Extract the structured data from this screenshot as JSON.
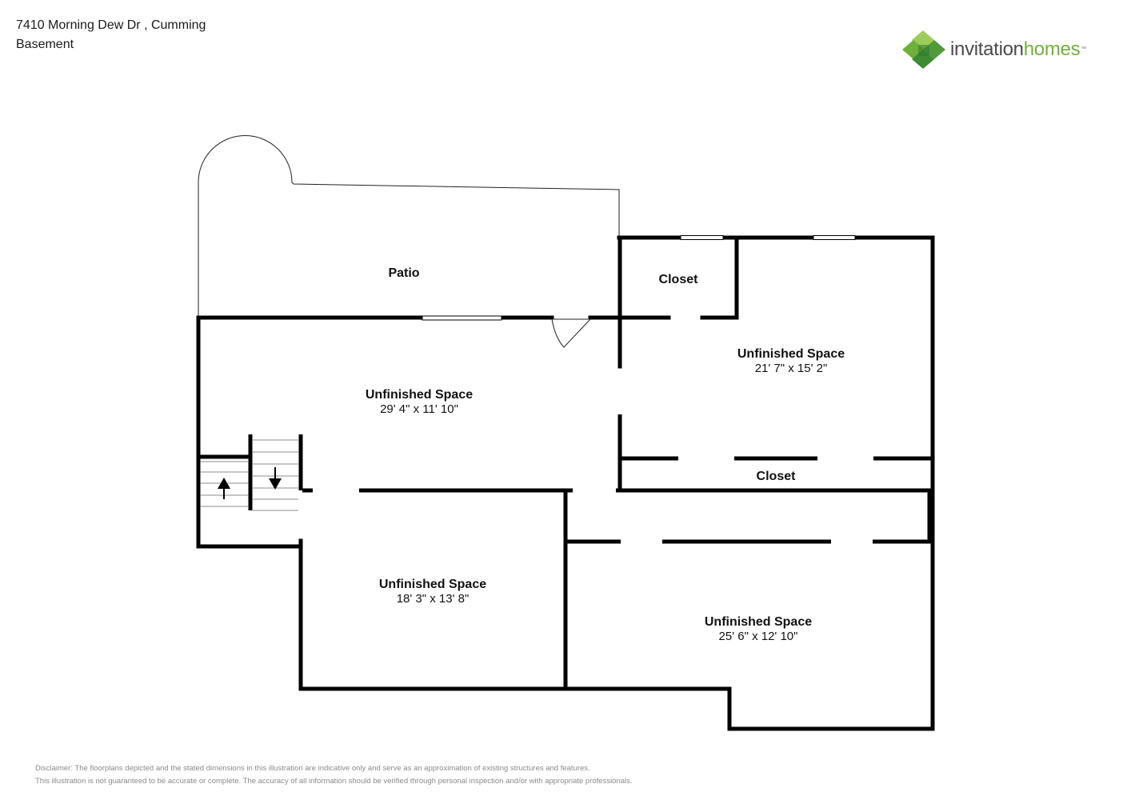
{
  "header": {
    "address": "7410 Morning Dew Dr , Cumming",
    "level": "Basement"
  },
  "brand": {
    "word1": "invitation",
    "word2": "homes",
    "trademark": "™",
    "colors": {
      "green_dark": "#3f8a35",
      "green_mid": "#6fb03b",
      "green_light": "#9ccd58",
      "text_gray": "#4a4a4a"
    }
  },
  "rooms": {
    "patio": {
      "name": "Patio"
    },
    "closet_top": {
      "name": "Closet"
    },
    "unfinished_ne": {
      "name": "Unfinished Space",
      "dims": "21' 7\" x 15' 2\""
    },
    "unfinished_main": {
      "name": "Unfinished Space",
      "dims": "29' 4\" x 11' 10\""
    },
    "closet_mid": {
      "name": "Closet"
    },
    "unfinished_sw": {
      "name": "Unfinished Space",
      "dims": "18' 3\" x 13' 8\""
    },
    "unfinished_se": {
      "name": "Unfinished Space",
      "dims": "25' 6\" x 12' 10\""
    }
  },
  "icons": {
    "stair_up": "arrow-up-icon",
    "stair_down": "arrow-down-icon"
  },
  "disclaimer": {
    "line1": "Disclaimer: The floorplans depicted and the stated dimensions in this illustration are indicative only and serve as an approximation of existing structures and features.",
    "line2": "This illustration is not guaranteed to be accurate or complete. The accuracy of all information should be verified through personal inspection and/or with appropriate professionals."
  }
}
